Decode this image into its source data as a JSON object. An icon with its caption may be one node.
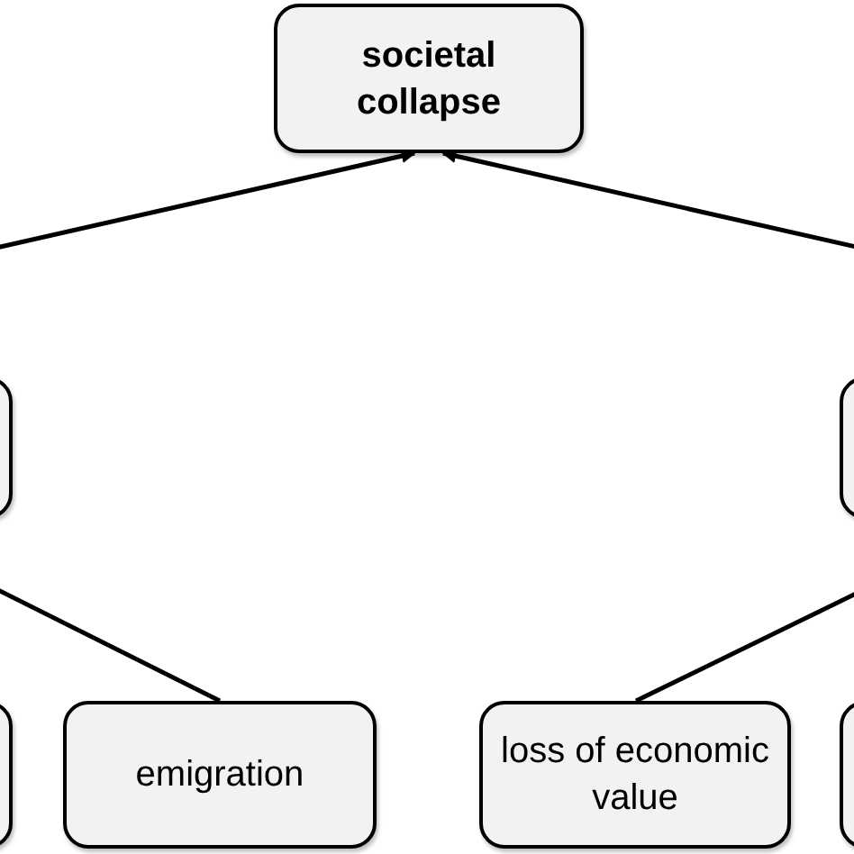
{
  "diagram": {
    "nodes": [
      {
        "text": [
          "societal collapse"
        ]
      },
      {
        "text": [],
        "shape": "box"
      },
      {
        "text": [],
        "shape": "box"
      },
      {
        "text": [],
        "shape": "box"
      },
      {
        "text": [
          "emigration"
        ]
      },
      {
        "text": [
          "loss of economic value"
        ]
      },
      {
        "text": [],
        "shape": "box"
      }
    ],
    "edges": [
      {
        "from": 1,
        "to": 0,
        "arrow": "to"
      },
      {
        "from": 2,
        "to": 0,
        "arrow": "to"
      },
      {
        "from": 4,
        "to": 1,
        "arrow": "none"
      },
      {
        "from": 5,
        "to": 2,
        "arrow": "none"
      }
    ]
  }
}
